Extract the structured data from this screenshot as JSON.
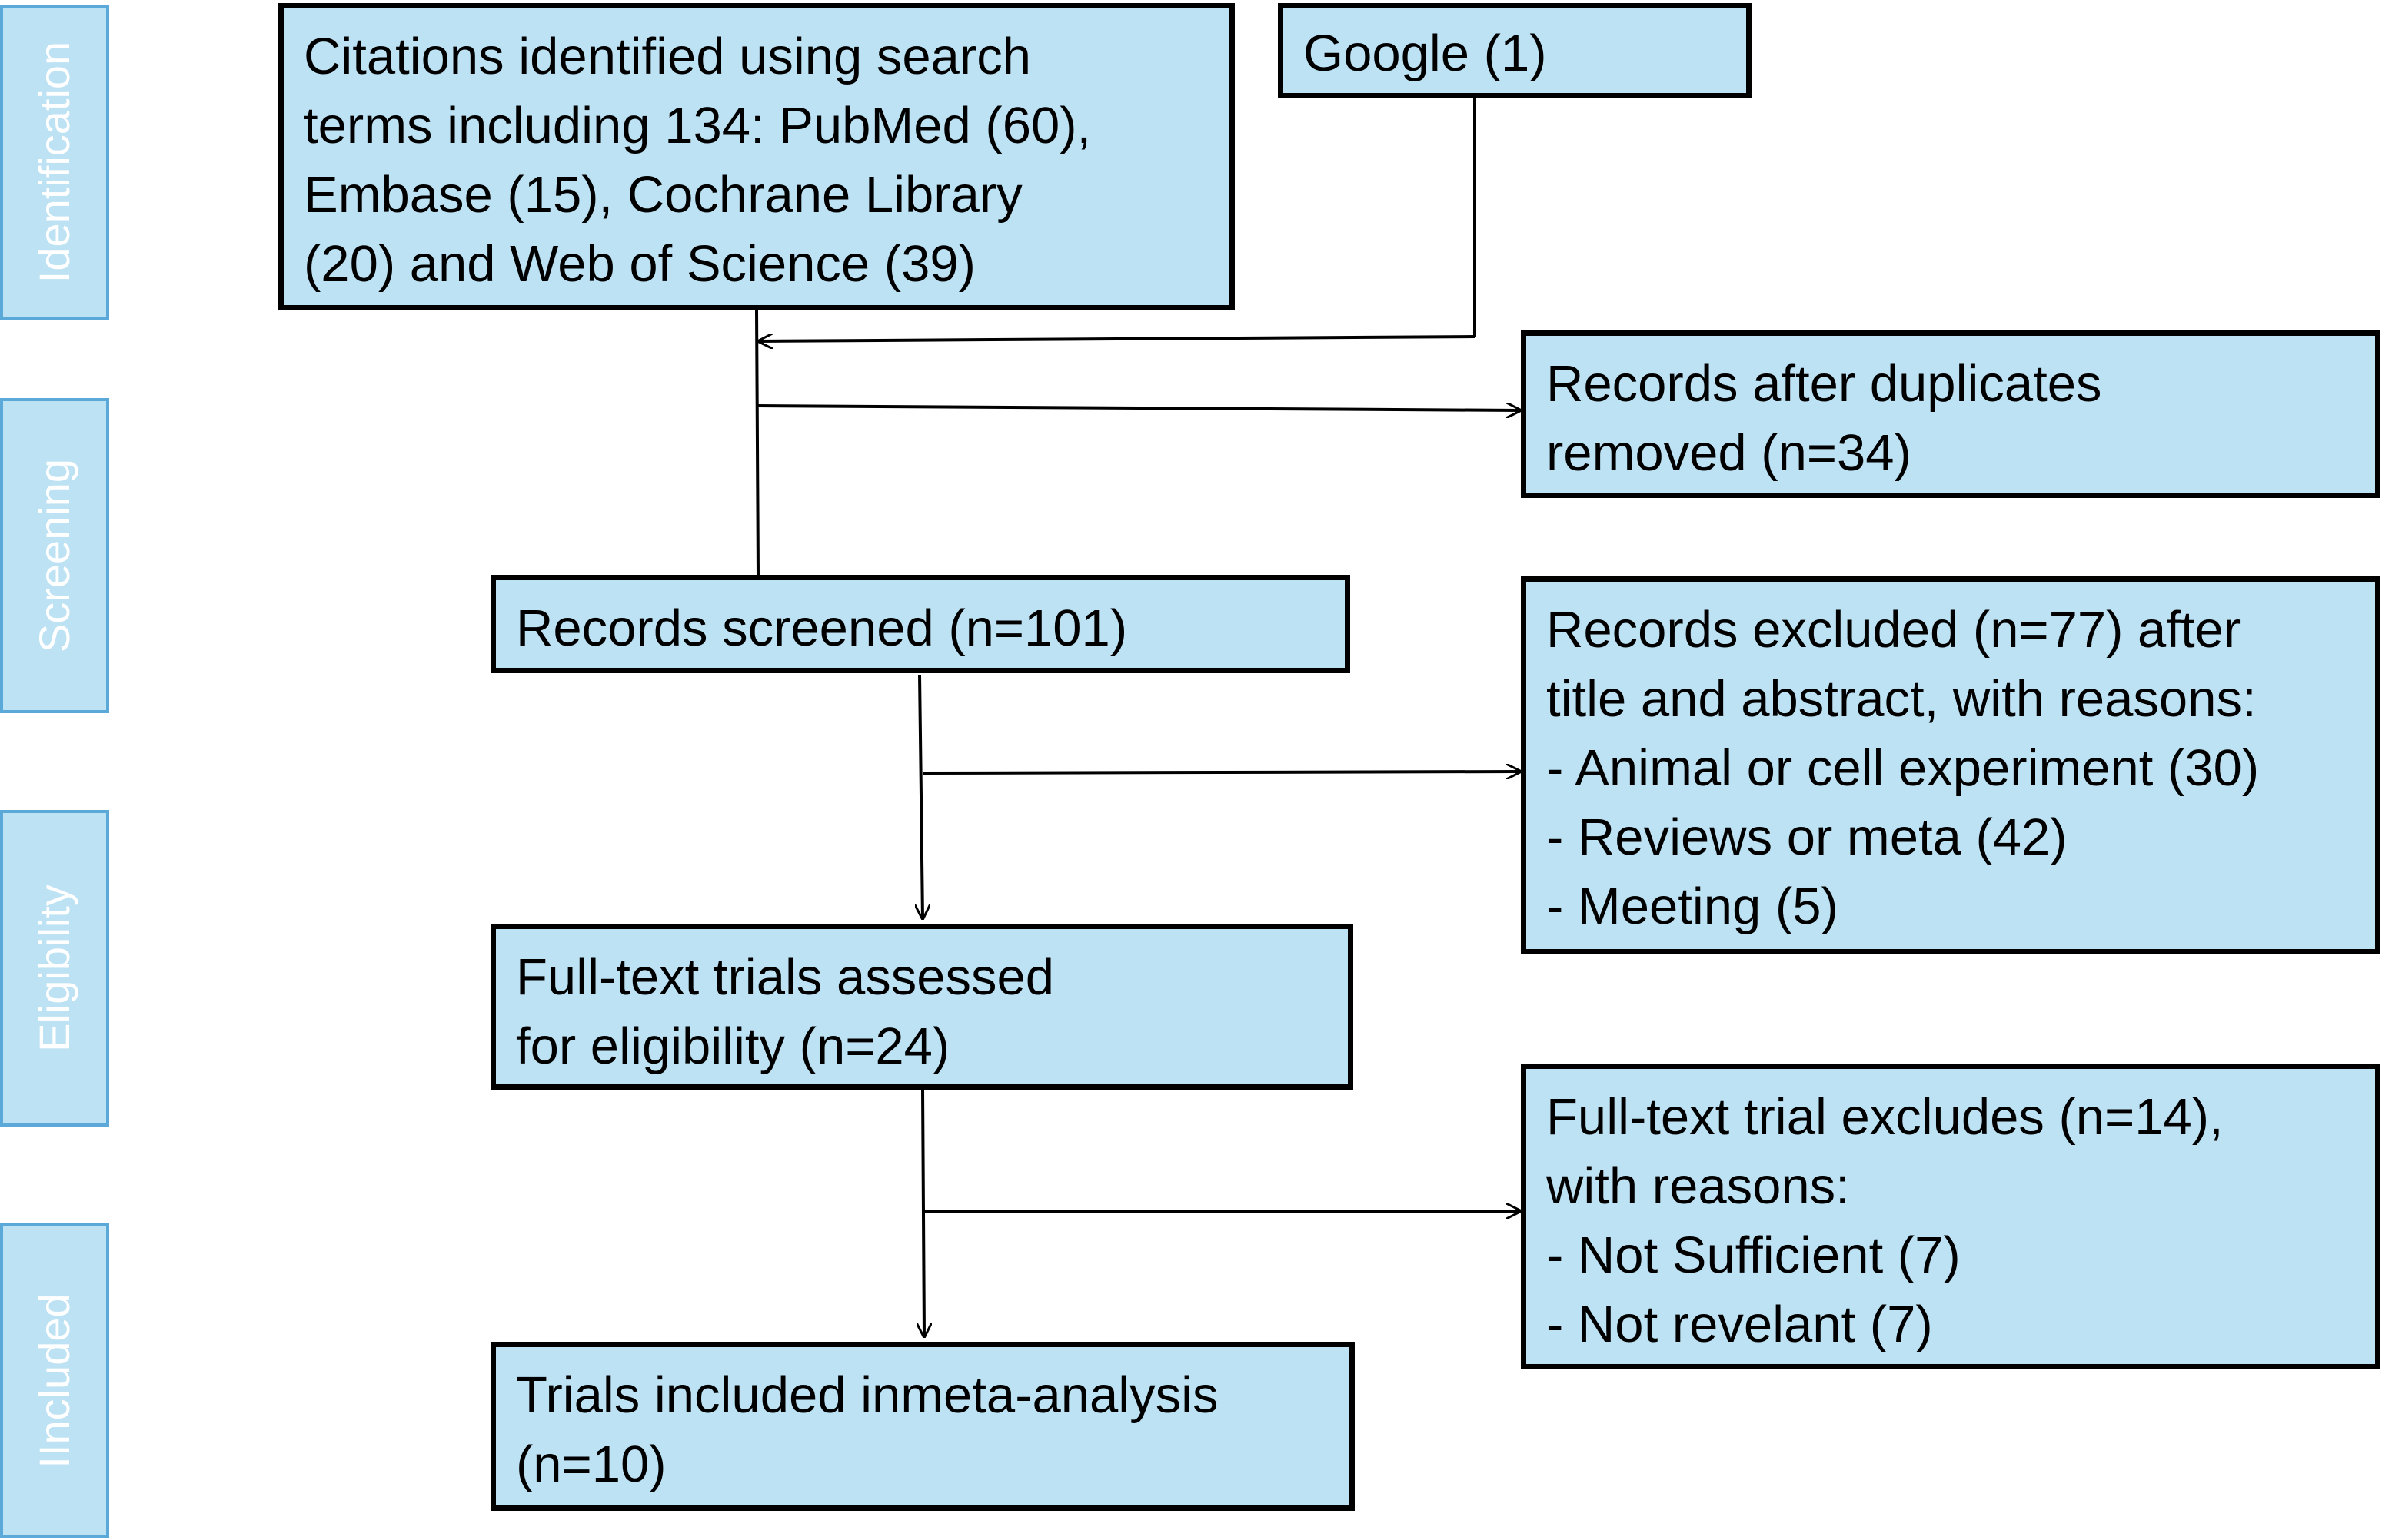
{
  "stages": [
    {
      "label": "Identification"
    },
    {
      "label": "Screening"
    },
    {
      "label": "Eligibility"
    },
    {
      "label": "IIncluded"
    }
  ],
  "boxes": {
    "search_citations": {
      "lines": [
        "Citations identified using search",
        "terms including 134: PubMed (60),",
        "Embase (15),  Cochrane Library",
        "(20) and Web of Science (39)"
      ]
    },
    "google": {
      "lines": [
        "Google (1)"
      ]
    },
    "duplicates_removed": {
      "lines": [
        "Records after duplicates",
        "removed (n=34)"
      ]
    },
    "records_screened": {
      "lines": [
        "Records screened (n=101)"
      ]
    },
    "records_excluded": {
      "lines": [
        "Records excluded (n=77) after",
        "title and abstract, with reasons:",
        "- Animal or cell experiment (30)",
        "- Reviews or meta (42)",
        "- Meeting (5)"
      ]
    },
    "fulltext_assessed": {
      "lines": [
        "Full-text trials assessed",
        "for eligibility (n=24)"
      ]
    },
    "fulltext_excluded": {
      "lines": [
        "Full-text trial excludes (n=14),",
        "with reasons:",
        "- Not Sufficient (7)",
        "- Not revelant (7)"
      ]
    },
    "included": {
      "lines": [
        "Trials included inmeta-analysis",
        "(n=10)"
      ]
    }
  },
  "colors": {
    "box_fill": "#bde2f3",
    "box_border": "#000000",
    "stage_fill": "#bde2f3",
    "stage_border": "#5aa9d8",
    "stage_text": "#ffffff",
    "connector": "#000000"
  }
}
